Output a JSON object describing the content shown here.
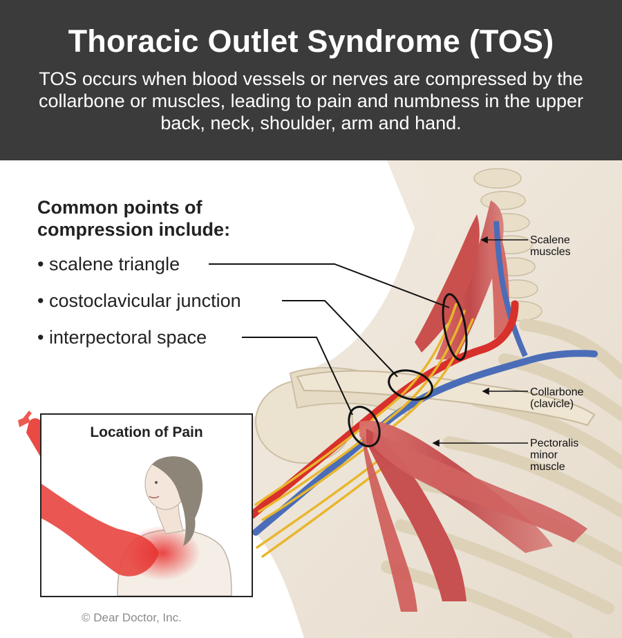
{
  "title": "Thoracic Outlet Syndrome (TOS)",
  "subtitle": "TOS occurs when blood vessels or nerves are compressed by the collarbone or muscles, leading to pain and numbness in the upper back, neck, shoulder, arm and hand.",
  "compression": {
    "heading_line1": "Common points of",
    "heading_line2": "compression include:",
    "points": [
      "scalene triangle",
      "costoclavicular junction",
      "interpectoral space"
    ]
  },
  "labels": {
    "scalene_line1": "Scalene",
    "scalene_line2": "muscles",
    "collarbone_line1": "Collarbone",
    "collarbone_line2": "(clavicle)",
    "pectoralis_line1": "Pectoralis",
    "pectoralis_line2": "minor",
    "pectoralis_line3": "muscle"
  },
  "inset": {
    "title": "Location of Pain"
  },
  "copyright": "© Dear Doctor, Inc.",
  "colors": {
    "header_bg": "#3b3b3b",
    "muscle": "#c8514f",
    "artery": "#d8302b",
    "vein": "#4b6db8",
    "nerve": "#e8b62c",
    "bone": "#e9dfc9",
    "pain": "#e8302f"
  }
}
